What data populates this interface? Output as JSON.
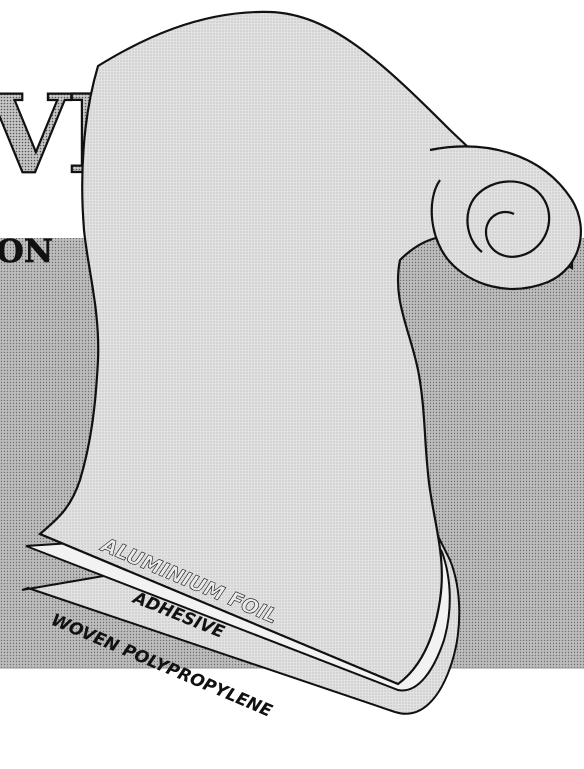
{
  "headline": {
    "word": "VRAP",
    "subword": "ON"
  },
  "layers": {
    "top": "ALUMINIUM FOIL",
    "middle": "ADHESIVE",
    "bottom": "WOVEN POLYPROPYLENE"
  },
  "colors": {
    "band": "#bdbdbd",
    "scroll": "#e4e4e4",
    "ink": "#111111",
    "headline_fill": "#b9b9b9",
    "foil_text": "#e9e9e9"
  }
}
